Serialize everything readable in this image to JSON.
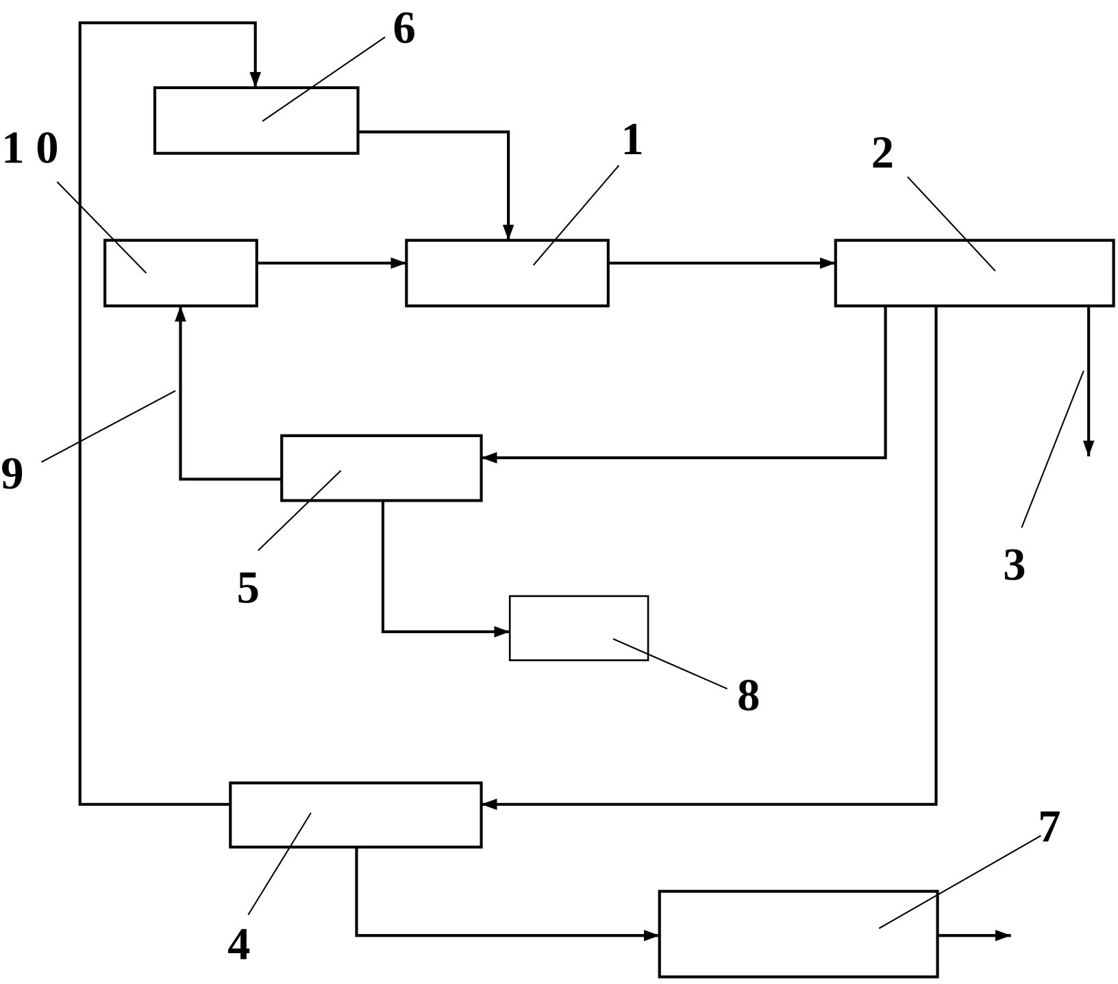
{
  "diagram": {
    "labels": {
      "box_1": "1",
      "box_2": "2",
      "outlet_3": "3",
      "box_4": "4",
      "box_5": "5",
      "box_6": "6",
      "box_7": "7",
      "box_8": "8",
      "line_9": "9",
      "box_10": "1 0"
    },
    "colors": {
      "line": "#000000",
      "background": "#ffffff"
    }
  }
}
